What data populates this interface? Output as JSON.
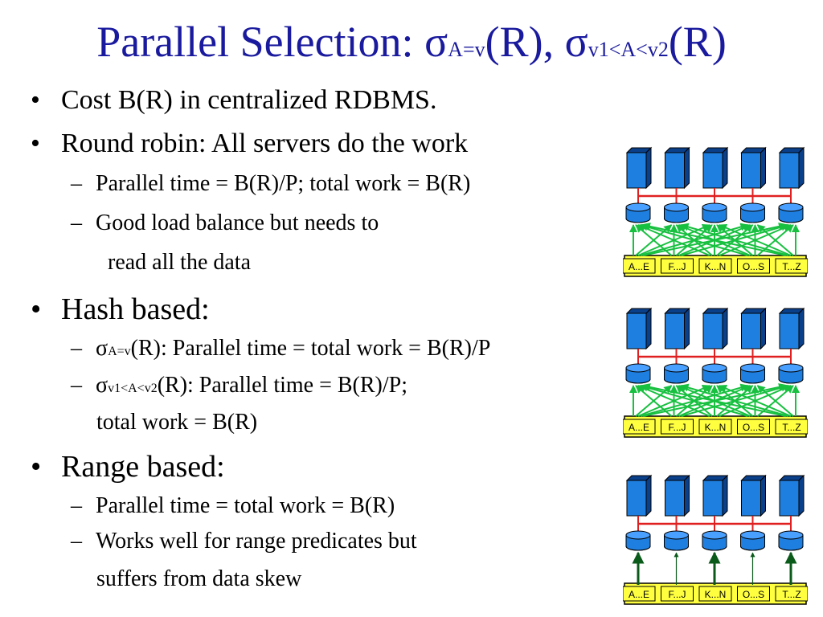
{
  "slide": {
    "title": {
      "main": "Parallel Selection: ",
      "sigma1": "σ",
      "sub1": "A=v",
      "rel1": "(R), ",
      "sigma2": "σ",
      "sub2": "v1<A<v2",
      "rel2": "(R)"
    },
    "bullets": [
      {
        "text": "Cost B(R) in centralized RDBMS."
      },
      {
        "text": "Round robin: All servers do the work"
      },
      {
        "text": "Parallel time = B(R)/P; total work = B(R)"
      },
      {
        "text": "Good load balance but needs to"
      },
      {
        "text": "read all the data"
      },
      {
        "text": "Hash based:"
      },
      {
        "sigma": "σ",
        "sub": "A=v",
        "rest": "(R): Parallel time = total work = B(R)/P"
      },
      {
        "sigma": "σ",
        "sub": "v1<A<v2",
        "rest": "(R): Parallel time = B(R)/P;"
      },
      {
        "text": "total work = B(R)"
      },
      {
        "text": "Range based:"
      },
      {
        "text": "Parallel time = total work = B(R)"
      },
      {
        "text": "Works well for range predicates but"
      },
      {
        "text": "suffers from data skew"
      }
    ],
    "markers": {
      "dot": "•",
      "dash": "–"
    },
    "partitions": [
      "A...E",
      "F...J",
      "K...N",
      "O...S",
      "T...Z"
    ],
    "colors": {
      "title": "#1a1a9e",
      "server": "#1f7fe0",
      "disk": "#1f7fe0",
      "bus": "#e02020",
      "arrow": "#18c040",
      "partition_bg": "#ffff40"
    }
  }
}
